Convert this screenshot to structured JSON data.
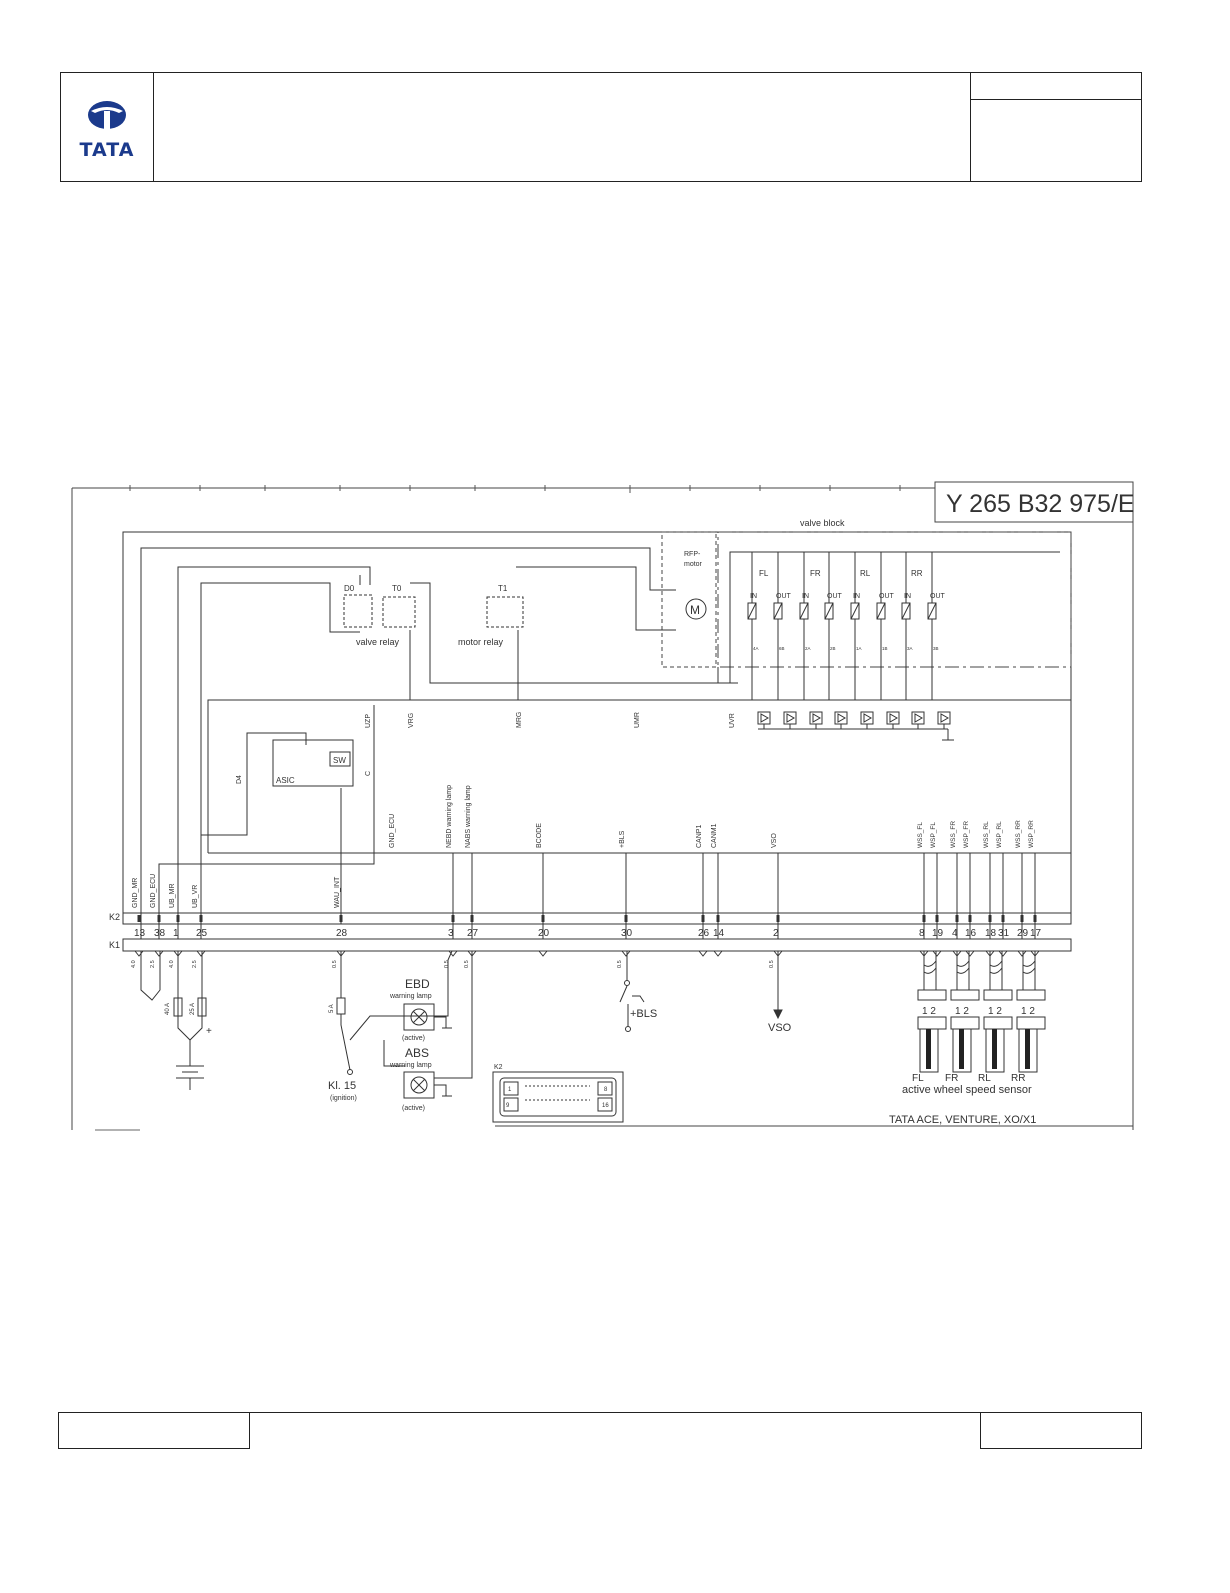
{
  "header": {
    "logo_text": "TATA"
  },
  "drawing": {
    "drawing_number": "Y 265 B32 975/E",
    "valve_block_label": "valve block",
    "rfp_motor_label_1": "RFP-",
    "rfp_motor_label_2": "motor",
    "motor_symbol": "M",
    "relays": [
      {
        "id": "D0",
        "label": "D0"
      },
      {
        "id": "T0",
        "label": "T0"
      },
      {
        "id": "T1",
        "label": "T1"
      }
    ],
    "valve_relay_label": "valve relay",
    "motor_relay_label": "motor relay",
    "wheel_groups": [
      "FL",
      "FR",
      "RL",
      "RR"
    ],
    "valve_ports": [
      "IN",
      "OUT",
      "IN",
      "OUT",
      "IN",
      "OUT",
      "IN",
      "OUT"
    ],
    "valve_pin_codes": [
      "4A",
      "6B",
      "2A",
      "2B",
      "1A",
      "1B",
      "3A",
      "3B"
    ],
    "internal_signals": [
      "UZP",
      "VRG",
      "MRG",
      "UMR",
      "UVR"
    ],
    "asic_label": "ASIC",
    "sw_label": "SW",
    "d4_label": "D4",
    "c_label": "C",
    "gnd_ecu_internal": "GND_ECU",
    "warning_signals": [
      "NEBD warning lamp",
      "NABS warning lamp"
    ],
    "diag_signals": [
      "BCODE",
      "+BLS",
      "CANP1",
      "CANM1",
      "VSO"
    ],
    "wss_signals": [
      "WSS_FL",
      "WSP_FL",
      "WSS_FR",
      "WSP_FR",
      "WSS_RL",
      "WSP_RL",
      "WSS_RR",
      "WSP_RR"
    ],
    "power_signals": [
      "GND_MR",
      "GND_ECU",
      "UB_MR",
      "UB_VR"
    ],
    "wau_signal": "WAU_INT",
    "connector_k2": "K2",
    "connector_k1": "K1",
    "pin_numbers": [
      "13",
      "38",
      "1",
      "25",
      "28",
      "3",
      "27",
      "20",
      "30",
      "26",
      "14",
      "2",
      "8",
      "19",
      "4",
      "16",
      "18",
      "31",
      "29",
      "17"
    ],
    "wire_sizes": [
      "4.0",
      "2.5",
      "4.0",
      "2.5",
      "0.5",
      "0.5",
      "0.5",
      "0.5",
      "0.5"
    ],
    "fuse_labels": [
      "40 A",
      "25 A",
      "5 A"
    ],
    "plus_sign": "+",
    "ebd_lamp_title": "EBD",
    "ebd_lamp_sub": "warning lamp",
    "ebd_lamp_state": "(active)",
    "abs_lamp_title": "ABS",
    "abs_lamp_sub": "warning lamp",
    "abs_lamp_state": "(active)",
    "kl15_label": "Kl. 15",
    "ignition_label": "(ignition)",
    "bls_label": "+BLS",
    "vso_label": "VSO",
    "k2_box_label": "K2",
    "k2_pins": [
      "1",
      "8",
      "9",
      "16"
    ],
    "sensor_pins": [
      "1 2",
      "1 2",
      "1 2",
      "1 2"
    ],
    "sensor_wheel_labels": [
      "FL",
      "FR",
      "RL",
      "RR"
    ],
    "sensor_caption": "active wheel speed sensor",
    "vehicle_caption": "TATA ACE, VENTURE, XO/X1"
  }
}
